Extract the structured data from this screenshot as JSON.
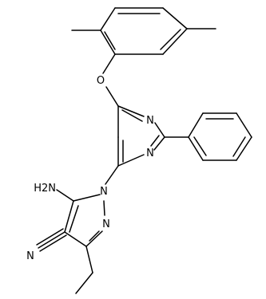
{
  "molecule": {
    "atom_labels": {
      "oxygen": "O",
      "n_pyrimidine_top": "N",
      "n_pyrimidine_bottom": "N",
      "amino": "H2N",
      "n_pyrazole_1": "N",
      "n_pyrazole_2": "N",
      "nitrile_n": "N"
    }
  }
}
